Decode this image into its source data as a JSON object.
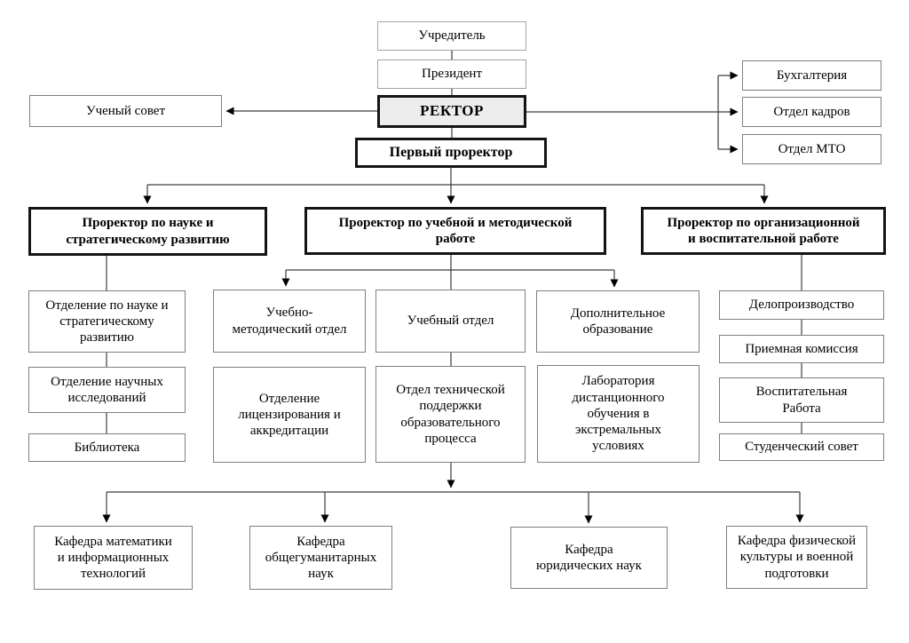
{
  "diagram": {
    "type": "org-chart",
    "language": "ru"
  },
  "colors": {
    "background": "#ffffff",
    "box_fill": "#ffffff",
    "rector_fill": "#ededed",
    "thick_border": "#141414",
    "thin_border": "#7f7f7f",
    "light_border": "#a3a3a3",
    "line": "#3d3d3d",
    "arrow": "#000000"
  },
  "nodes": {
    "founder": "Учредитель",
    "president": "Президент",
    "rector": "РЕКТОР",
    "academic_council": "Ученый совет",
    "accounting": "Бухгалтерия",
    "hr_department": "Отдел кадров",
    "mto_department": "Отдел МТО",
    "first_vice_rector": "Первый проректор",
    "vice_rector_science": "Проректор по науке и\nстратегическому развитию",
    "vice_rector_education": "Проректор по учебной и методической\nработе",
    "vice_rector_org": "Проректор по организационной\nи воспитательной работе",
    "dept_science_strategy": "Отделение по науке и\nстратегическому\nразвитию",
    "dept_research": "Отделение научных\nисследований",
    "library": "Библиотека",
    "edu_method_dept": "Учебно-\nметодический отдел",
    "edu_dept": "Учебный отдел",
    "additional_education": "Дополнительное\nобразование",
    "licensing_dept": "Отделение\nлицензирования и\nаккредитации",
    "tech_support_dept": "Отдел технической\nподдержки\nобразовательного\nпроцесса",
    "distance_lab": "Лаборатория\nдистанционного\nобучения в\nэкстремальных\nусловиях",
    "clerical_office": "Делопроизводство",
    "admissions": "Приемная комиссия",
    "upbringing_work": "Воспитательная\nРабота",
    "student_council": "Студенческий совет",
    "dept_math": "Кафедра математики\nи информационных\nтехнологий",
    "dept_humanities": "Кафедра\nобщегуманитарных\nнаук",
    "dept_law": "Кафедра\nюридических наук",
    "dept_physical": "Кафедра физической\nкультуры и военной\nподготовки"
  }
}
